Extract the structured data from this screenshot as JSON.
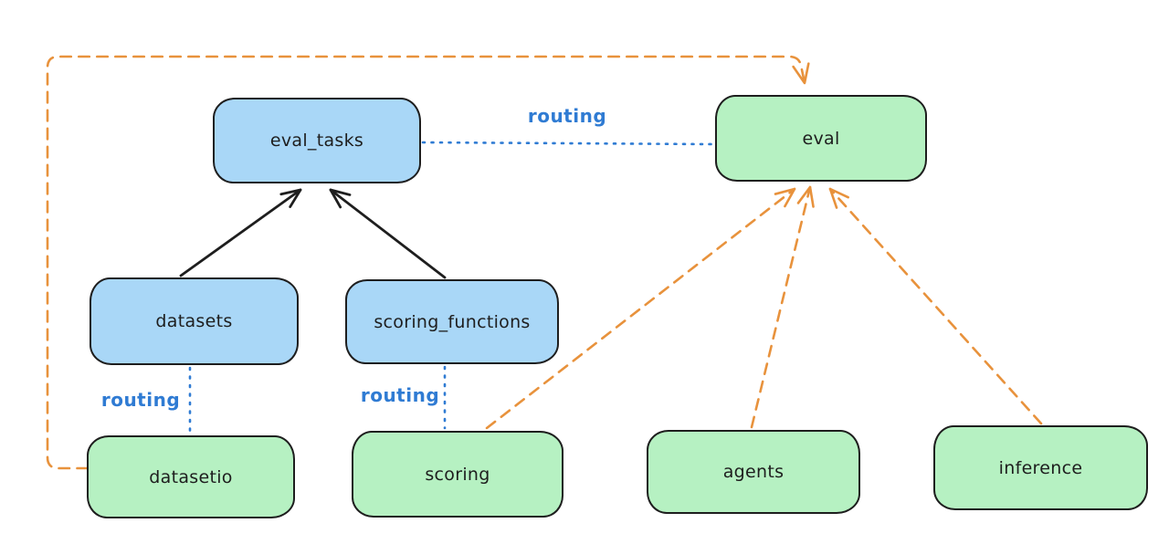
{
  "diagram": {
    "nodes": [
      {
        "id": "eval_tasks",
        "label": "eval_tasks",
        "fill": "#a9d7f7"
      },
      {
        "id": "eval",
        "label": "eval",
        "fill": "#b6f1c2"
      },
      {
        "id": "datasets",
        "label": "datasets",
        "fill": "#a9d7f7"
      },
      {
        "id": "scoring_functions",
        "label": "scoring_functions",
        "fill": "#a9d7f7"
      },
      {
        "id": "datasetio",
        "label": "datasetio",
        "fill": "#b6f1c2"
      },
      {
        "id": "scoring",
        "label": "scoring",
        "fill": "#b6f1c2"
      },
      {
        "id": "agents",
        "label": "agents",
        "fill": "#b6f1c2"
      },
      {
        "id": "inference",
        "label": "inference",
        "fill": "#b6f1c2"
      }
    ],
    "edge_labels": [
      {
        "text": "routing"
      },
      {
        "text": "routing"
      },
      {
        "text": "routing"
      }
    ],
    "edges": [
      {
        "from": "datasets",
        "to": "eval_tasks",
        "style": "solid",
        "arrow": true
      },
      {
        "from": "scoring_functions",
        "to": "eval_tasks",
        "style": "solid",
        "arrow": true
      },
      {
        "from": "eval_tasks",
        "to": "eval",
        "style": "dotted",
        "arrow": false,
        "label": "routing"
      },
      {
        "from": "datasets",
        "to": "datasetio",
        "style": "dotted",
        "arrow": false,
        "label": "routing"
      },
      {
        "from": "scoring_functions",
        "to": "scoring",
        "style": "dotted",
        "arrow": false,
        "label": "routing"
      },
      {
        "from": "datasetio",
        "to": "eval",
        "style": "dashed",
        "arrow": true
      },
      {
        "from": "scoring",
        "to": "eval",
        "style": "dashed",
        "arrow": true
      },
      {
        "from": "agents",
        "to": "eval",
        "style": "dashed",
        "arrow": true
      },
      {
        "from": "inference",
        "to": "eval",
        "style": "dashed",
        "arrow": true
      }
    ],
    "colors": {
      "background": "#ffffff",
      "node_stroke": "#1e1e1e",
      "blue_node_fill": "#a9d7f7",
      "green_node_fill": "#b6f1c2",
      "solid_arrow": "#1e1e1e",
      "routing_line": "#2f7bd3",
      "routing_label": "#2f7bd3",
      "dashed_arrow": "#e8923c"
    }
  }
}
